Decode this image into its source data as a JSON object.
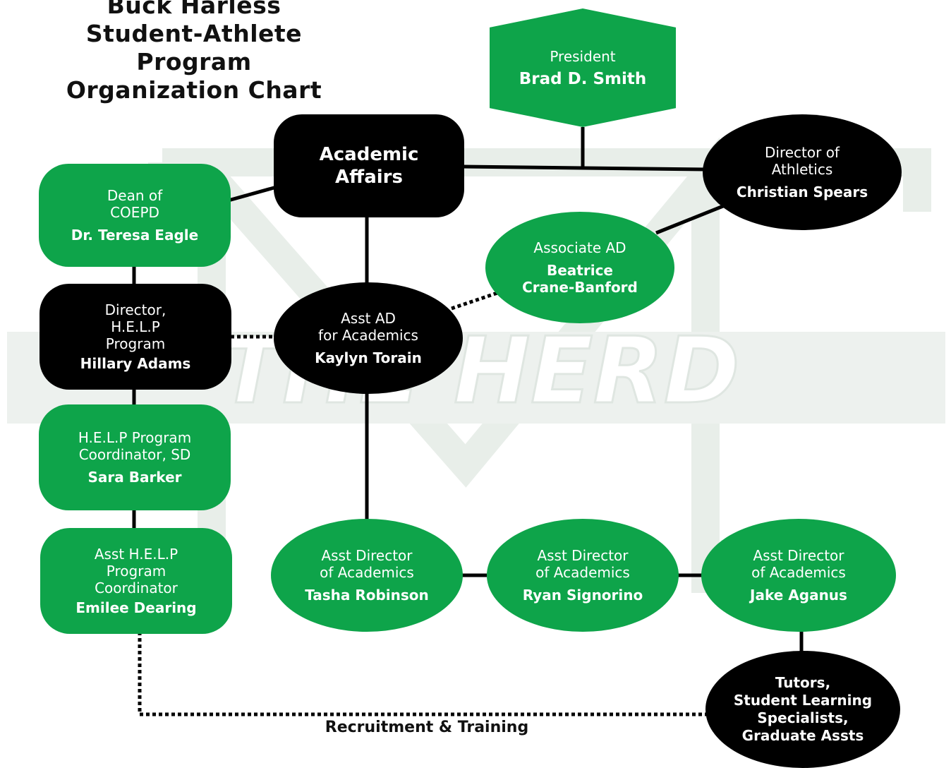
{
  "title_lines": [
    "Buck Harless",
    "Student-Athlete",
    "Program",
    "Organization Chart"
  ],
  "watermark_text": "THE HERD",
  "colors": {
    "green": "#0ea44a",
    "black": "#000000",
    "watermark": "#e8eee9"
  },
  "nodes": {
    "president": {
      "role": "President",
      "name": "Brad D. Smith"
    },
    "academic_affairs": {
      "label": "Academic\nAffairs"
    },
    "director_athletics": {
      "role": "Director of\nAthletics",
      "name": "Christian Spears"
    },
    "dean": {
      "role": "Dean of\nCOEPD",
      "name": "Dr. Teresa Eagle"
    },
    "associate_ad": {
      "role": "Associate AD",
      "name": "Beatrice\nCrane-Banford"
    },
    "help_director": {
      "role": "Director,\nH.E.L.P\nProgram",
      "name": "Hillary Adams"
    },
    "asst_ad": {
      "role": "Asst AD\nfor Academics",
      "name": "Kaylyn Torain"
    },
    "help_coordinator": {
      "role": "H.E.L.P Program\nCoordinator, SD",
      "name": "Sara Barker"
    },
    "asst_help_coordinator": {
      "role": "Asst H.E.L.P\nProgram\nCoordinator",
      "name": "Emilee Dearing"
    },
    "asst_dir_1": {
      "role": "Asst Director\nof Academics",
      "name": "Tasha Robinson"
    },
    "asst_dir_2": {
      "role": "Asst Director\nof Academics",
      "name": "Ryan Signorino"
    },
    "asst_dir_3": {
      "role": "Asst Director\nof Academics",
      "name": "Jake Aganus"
    },
    "tutors": {
      "label": "Tutors,\nStudent Learning\nSpecialists,\nGraduate Assts"
    }
  },
  "connection_label": "Recruitment & Training"
}
